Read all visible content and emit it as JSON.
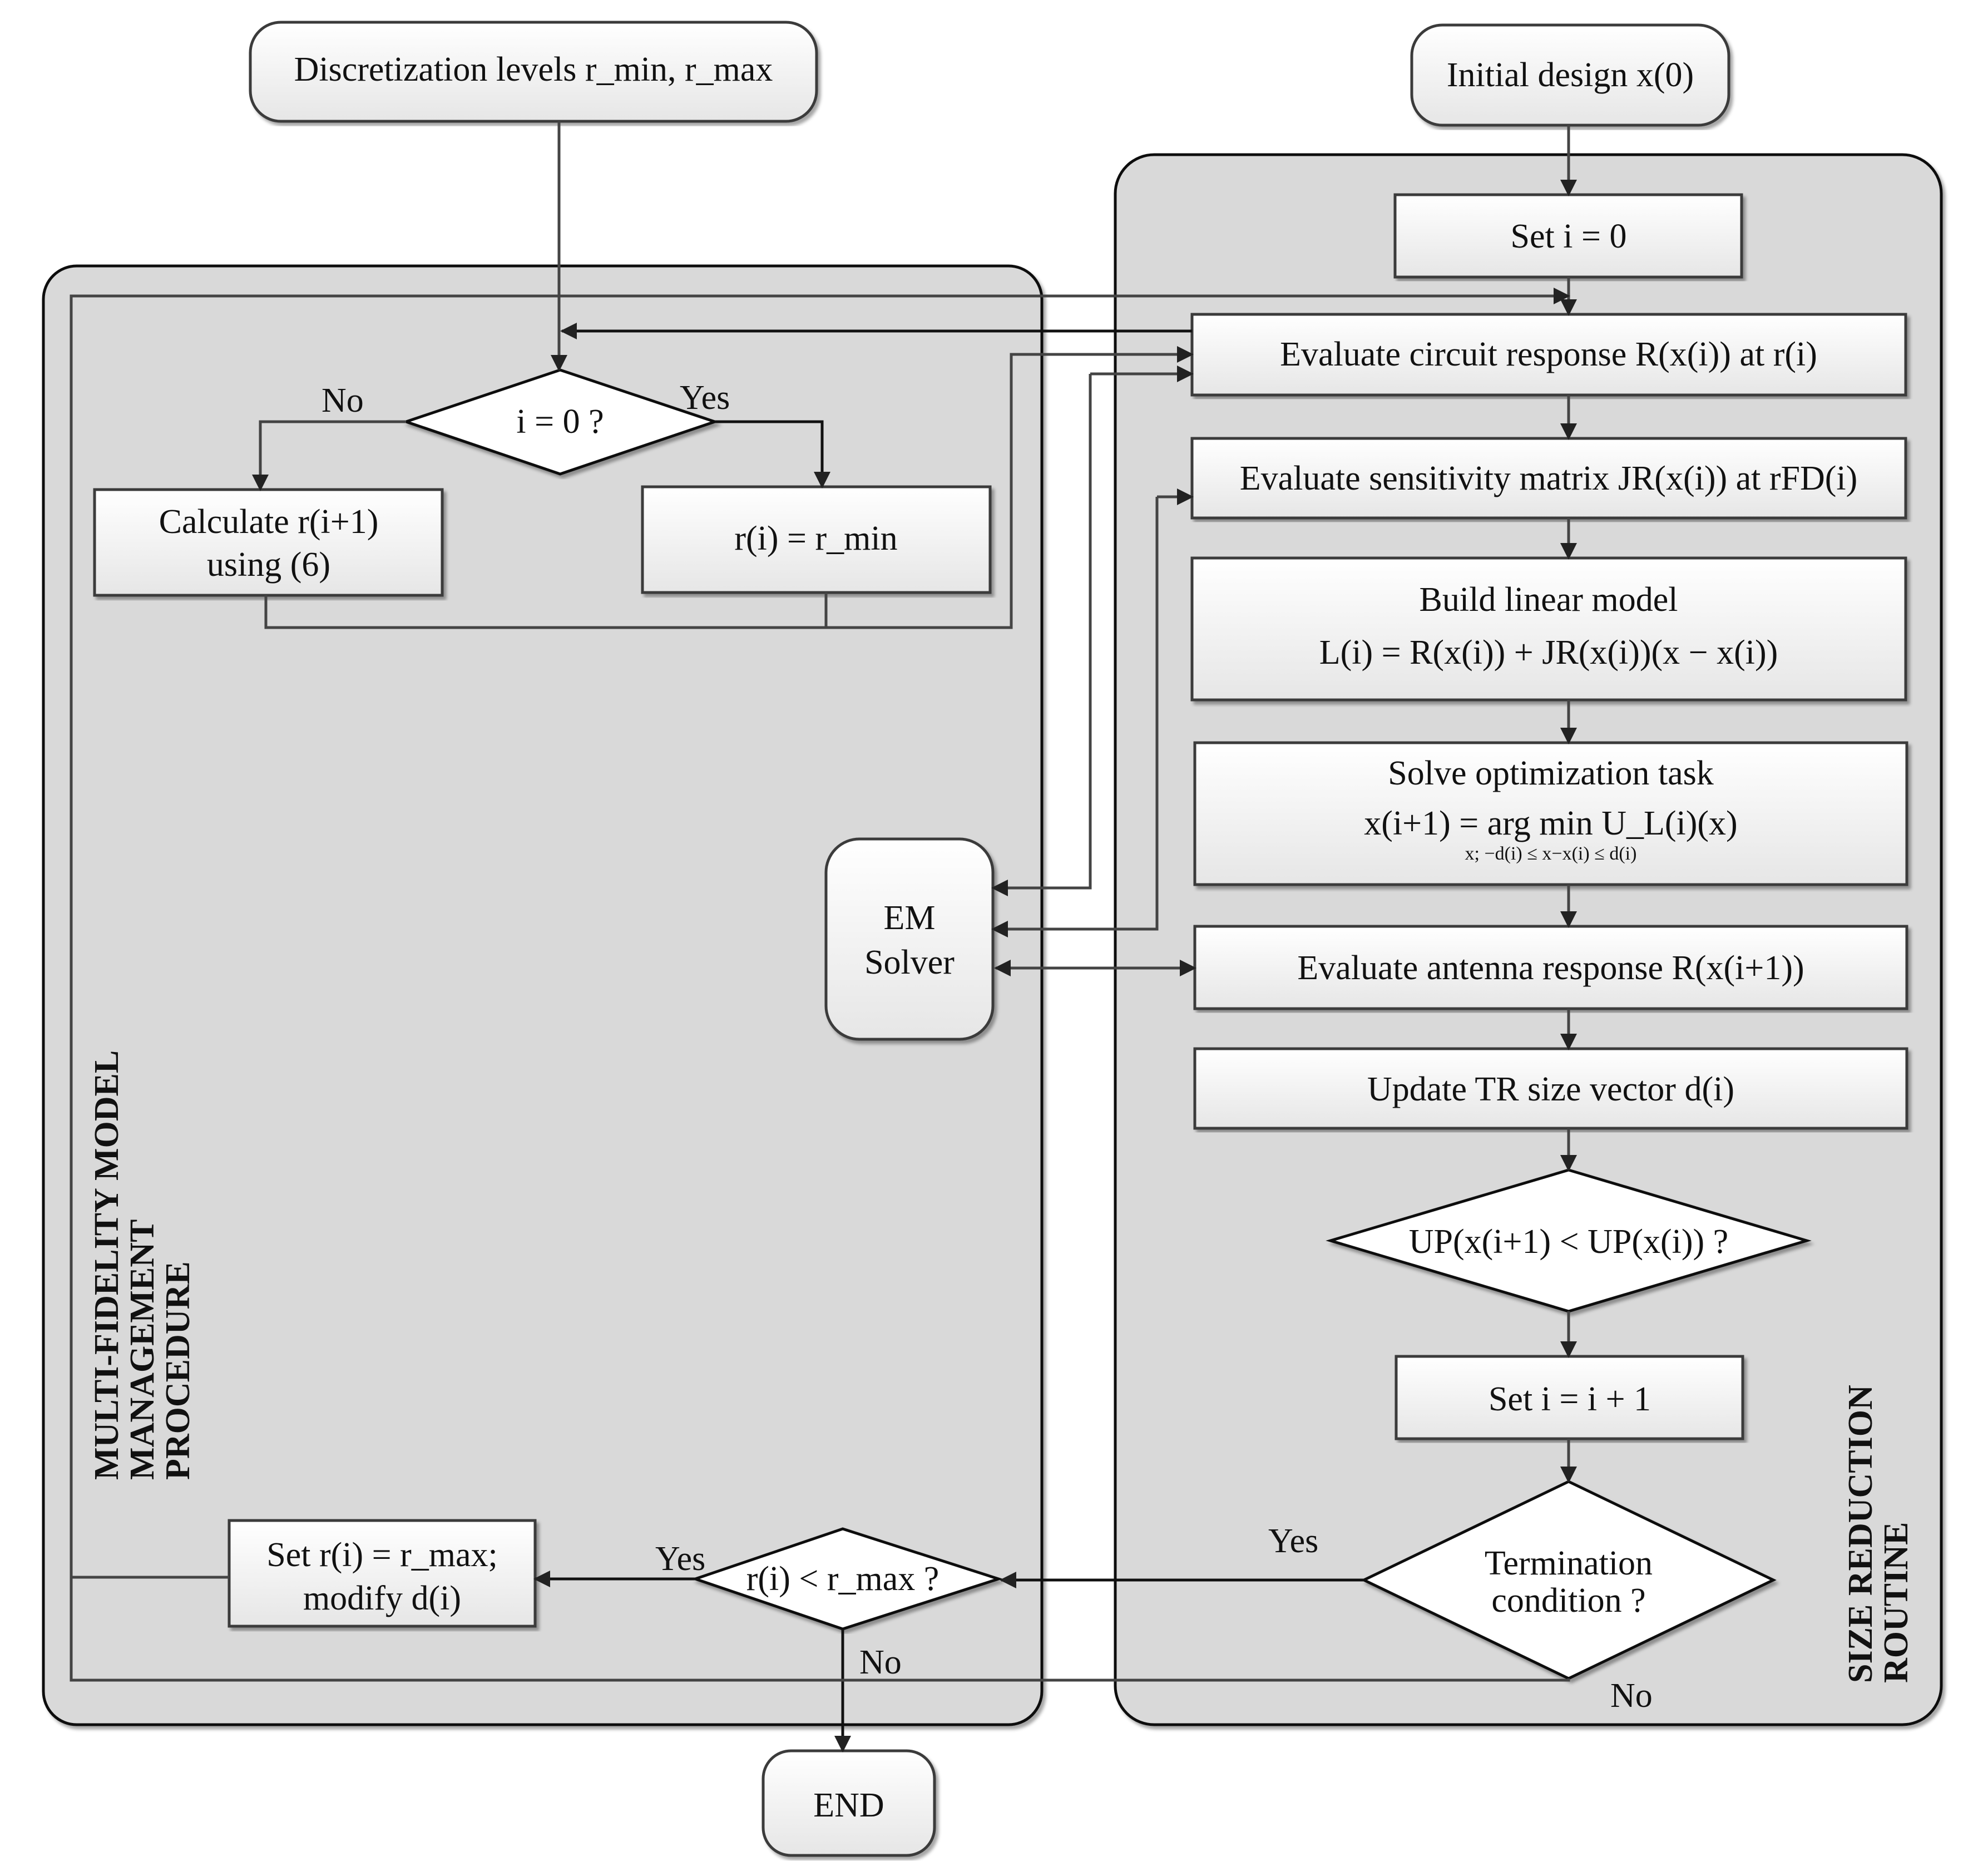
{
  "inputs": {
    "discretization": "Discretization levels r_min, r_max",
    "initial_design": "Initial design x(0)"
  },
  "panels": {
    "left_label_line1": "MULTI-FIDELITY MODEL",
    "left_label_line2": "MANAGEMENT",
    "left_label_line3": "PROCEDURE",
    "right_label_line1": "SIZE REDUCTION",
    "right_label_line2": "ROUTINE"
  },
  "steps": {
    "set_i0": "Set i = 0",
    "eval_circuit": "Evaluate circuit response R(x(i)) at r(i)",
    "eval_sensitivity": "Evaluate sensitivity matrix JR(x(i)) at rFD(i)",
    "build_model_line1": "Build linear model",
    "build_model_line2": "L(i) = R(x(i)) + JR(x(i))(x − x(i))",
    "solve_line1": "Solve optimization task",
    "solve_line2": "x(i+1) = arg min U_L(i)(x)",
    "solve_constraint": "x; −d(i) ≤ x−x(i) ≤ d(i)",
    "eval_antenna": "Evaluate antenna response R(x(i+1))",
    "update_tr": "Update TR size vector d(i)",
    "set_i_inc": "Set i = i + 1",
    "calc_r_line1": "Calculate r(i+1)",
    "calc_r_line2": "using (6)",
    "r_min": "r(i) = r_min",
    "set_rmax_line1": "Set r(i) = r_max;",
    "set_rmax_line2": "modify d(i)",
    "em_solver_line1": "EM",
    "em_solver_line2": "Solver",
    "end": "END"
  },
  "decisions": {
    "i_zero": "i = 0 ?",
    "up_compare": "UP(x(i+1) < UP(x(i)) ?",
    "termination_line1": "Termination",
    "termination_line2": "condition ?",
    "r_less": "r(i) < r_max ?"
  },
  "branch_labels": {
    "no": "No",
    "yes": "Yes"
  }
}
